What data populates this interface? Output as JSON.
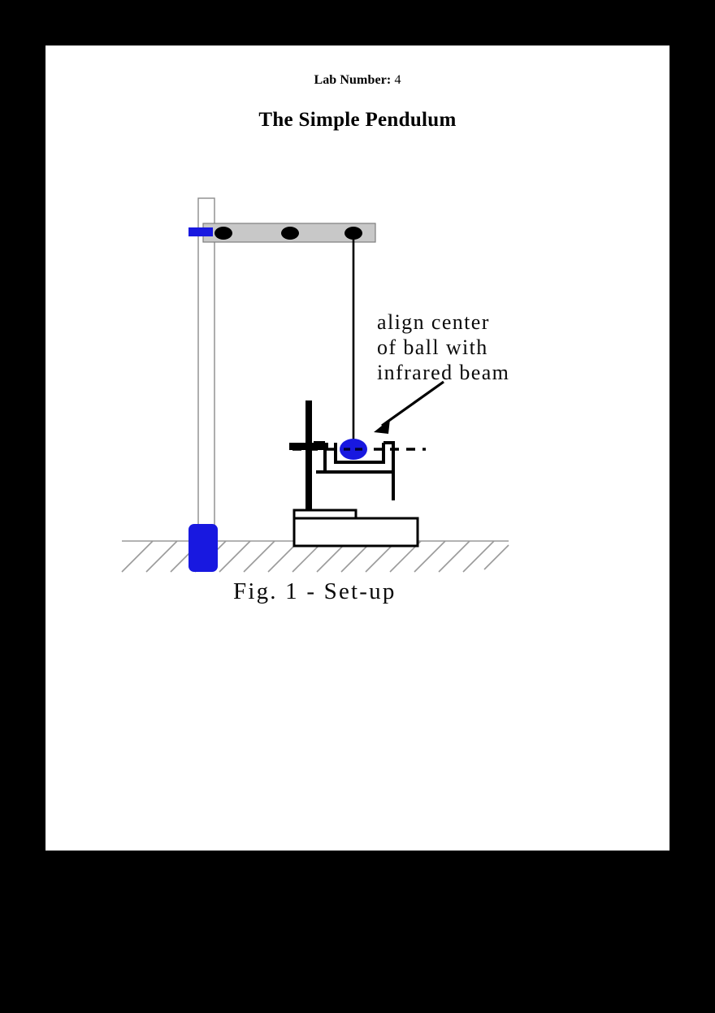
{
  "page": {
    "background_color": "#000000",
    "paper_color": "#ffffff"
  },
  "header": {
    "lab_label": "Lab Number:",
    "lab_number": "4",
    "title": "The Simple Pendulum"
  },
  "figure": {
    "caption": "Fig. 1 - Set-up",
    "annotation": {
      "line1": "align center",
      "line2": "of ball with",
      "line3": "infrared beam"
    },
    "colors": {
      "clamp_blue": "#1818e0",
      "base_blue": "#1818e0",
      "ball_blue": "#1818e0",
      "bar_gray": "#c8c8c8",
      "outline_black": "#000000",
      "ground_gray": "#9a9a9a",
      "pole_outline": "#8c8c8c"
    },
    "parts": [
      "support-pole",
      "horizontal-bar",
      "bar-hole-1",
      "bar-hole-2",
      "bar-hole-3",
      "pole-clamp",
      "pole-base",
      "pendulum-string",
      "pendulum-ball",
      "photogate",
      "photogate-rod",
      "photogate-crossbar",
      "photogate-base",
      "infrared-beam",
      "annotation-arrow",
      "ground-hatching"
    ]
  }
}
